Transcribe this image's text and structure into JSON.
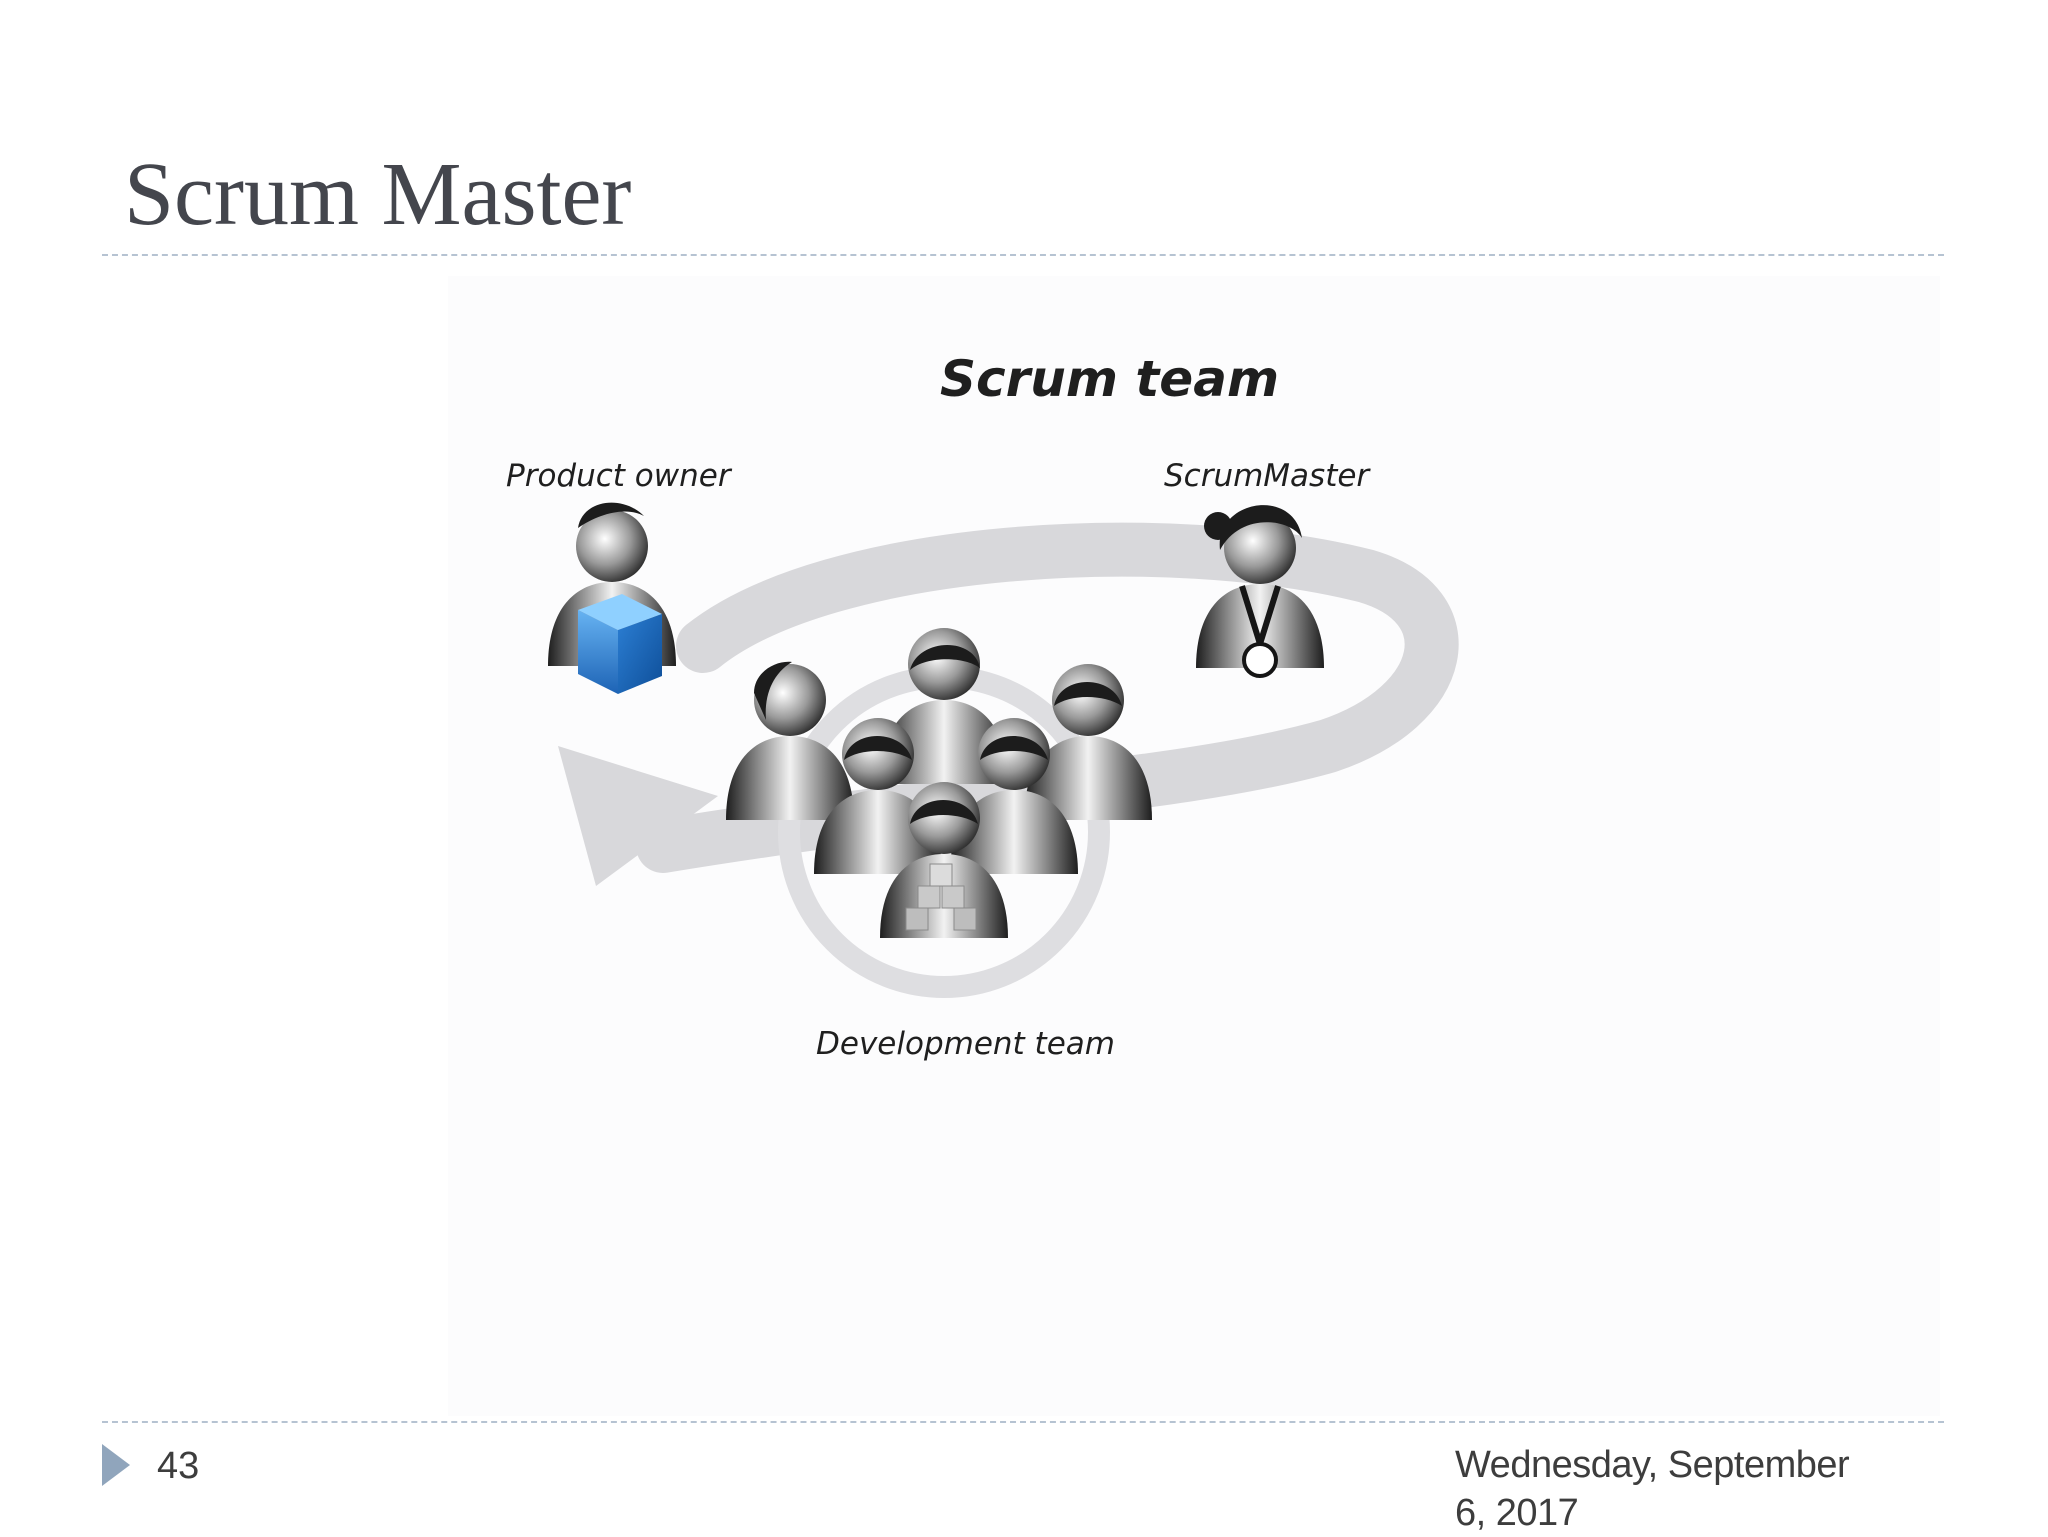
{
  "slide": {
    "title": "Scrum Master",
    "page_number": "43",
    "date_line1": "Wednesday, September",
    "date_line2": "6, 2017"
  },
  "diagram": {
    "title": "Scrum team",
    "roles": {
      "product_owner": "Product owner",
      "scrum_master": "ScrumMaster",
      "development_team": "Development team"
    },
    "icons": [
      "person-icon",
      "cube-icon",
      "lanyard-icon",
      "cycle-arrow-icon",
      "people-group-icon",
      "blocks-icon"
    ],
    "colors": {
      "cycle_gray": "#d8d8db",
      "cube_blue": "#2f7fd0",
      "accent_rule": "#b6c3d2",
      "footer_arrow": "#90a5bc"
    }
  }
}
